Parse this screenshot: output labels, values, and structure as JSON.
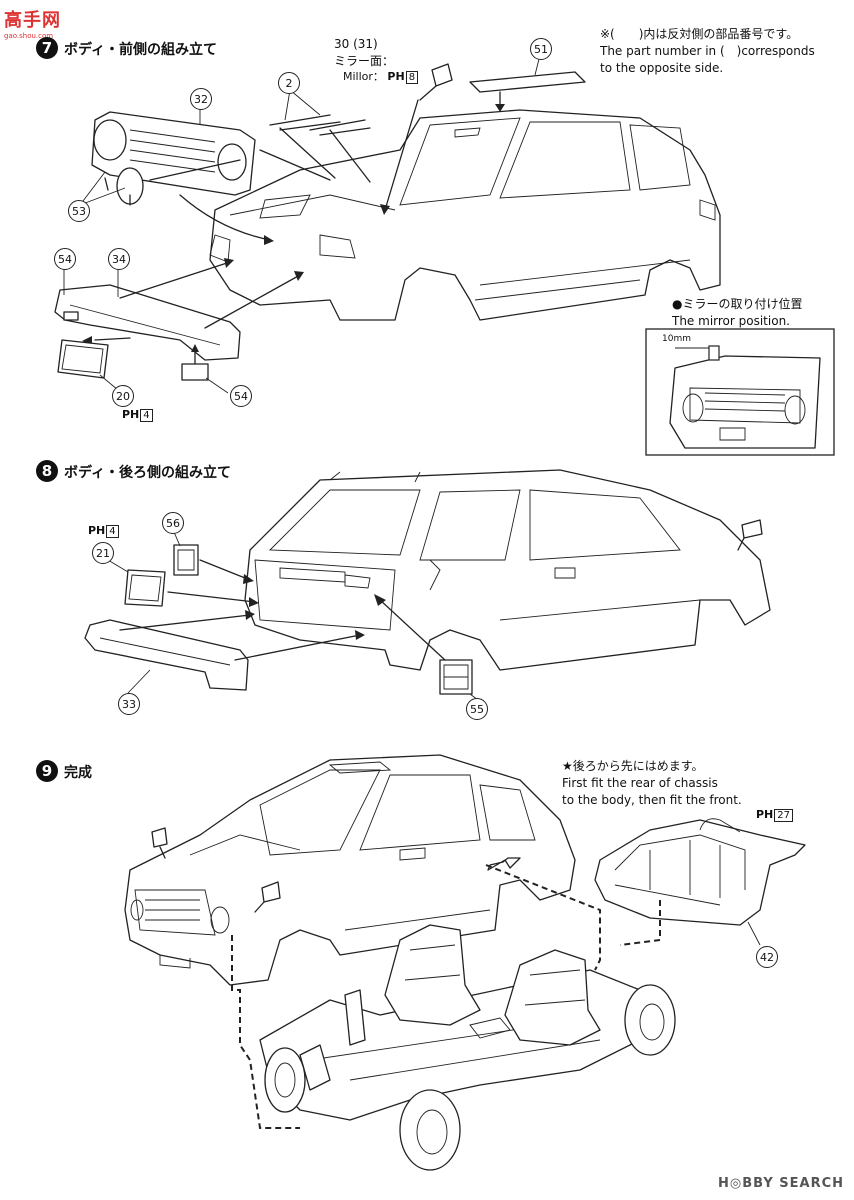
{
  "watermark_top": {
    "logo": "高手网",
    "sub": "gao.shou.com"
  },
  "watermark_bottom": "H◎BBY SEARCH",
  "note_top": {
    "jp": "※(　　)内は反対側の部品番号です。",
    "en1": "The part number in (　)corresponds",
    "en2": "to the opposite side."
  },
  "steps": [
    {
      "number": "7",
      "title": "ボディ・前側の組み立て"
    },
    {
      "number": "8",
      "title": "ボディ・後ろ側の組み立て"
    },
    {
      "number": "9",
      "title": "完成"
    }
  ],
  "mirror": {
    "parts": "30 (31)",
    "label_jp": "ミラー面：",
    "label_en": "Millor：",
    "page_prefix": "PH",
    "page_num": "8"
  },
  "mirror_box": {
    "title_jp": "●ミラーの取り付け位置",
    "title_en": "The mirror position.",
    "dim": "10mm"
  },
  "step9_note": {
    "jp": "★後ろから先にはめます。",
    "en1": "First fit the rear of chassis",
    "en2": "to the body, then fit the front."
  },
  "page_refs": {
    "step7_plate": {
      "prefix": "PH",
      "num": "4"
    },
    "step8_plate": {
      "prefix": "PH",
      "num": "4"
    },
    "step9_seat": {
      "prefix": "PH",
      "num": "27"
    }
  },
  "callouts": {
    "c2": "2",
    "c32": "32",
    "c51": "51",
    "c53": "53",
    "c54a": "54",
    "c34": "34",
    "c20": "20",
    "c54b": "54",
    "c56": "56",
    "c21": "21",
    "c33": "33",
    "c55": "55",
    "c42": "42"
  }
}
